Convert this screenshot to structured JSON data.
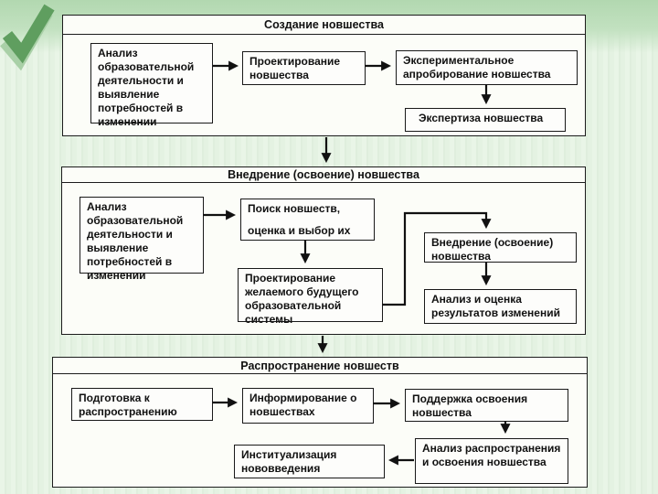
{
  "slide": {
    "background_color": "#e4f2e2",
    "top_band_color": "#b2d8b0",
    "checkmark_color": "#5f9e5f",
    "checkmark_shadow_color": "#a9d0a7",
    "box_border_color": "#191919",
    "text_color": "#111111"
  },
  "sections": [
    {
      "title": "Создание новшества",
      "boxes": [
        {
          "label": "Анализ образовательной деятельности и выявление потребностей в изменении"
        },
        {
          "label": "Проектирование новшества"
        },
        {
          "label": "Экспериментальное апробирование новшества"
        },
        {
          "label": "Экспертиза новшества"
        }
      ]
    },
    {
      "title": "Внедрение (освоение) новшества",
      "boxes": [
        {
          "label": "Анализ образовательной деятельности и выявление потребностей в изменении"
        },
        {
          "label": "Поиск новшеств,",
          "label2": "оценка и выбор их"
        },
        {
          "label": "Проектирование желаемого будущего образовательной системы"
        },
        {
          "label": "Внедрение (освоение) новшества"
        },
        {
          "label": "Анализ и оценка результатов изменений"
        }
      ]
    },
    {
      "title": "Распространение новшеств",
      "boxes": [
        {
          "label": "Подготовка к распространению"
        },
        {
          "label": "Информирование о новшествах"
        },
        {
          "label": "Поддержка освоения новшества"
        },
        {
          "label": "Анализ распространения и освоения новшества"
        },
        {
          "label": "Институализация нововведения"
        }
      ]
    }
  ]
}
